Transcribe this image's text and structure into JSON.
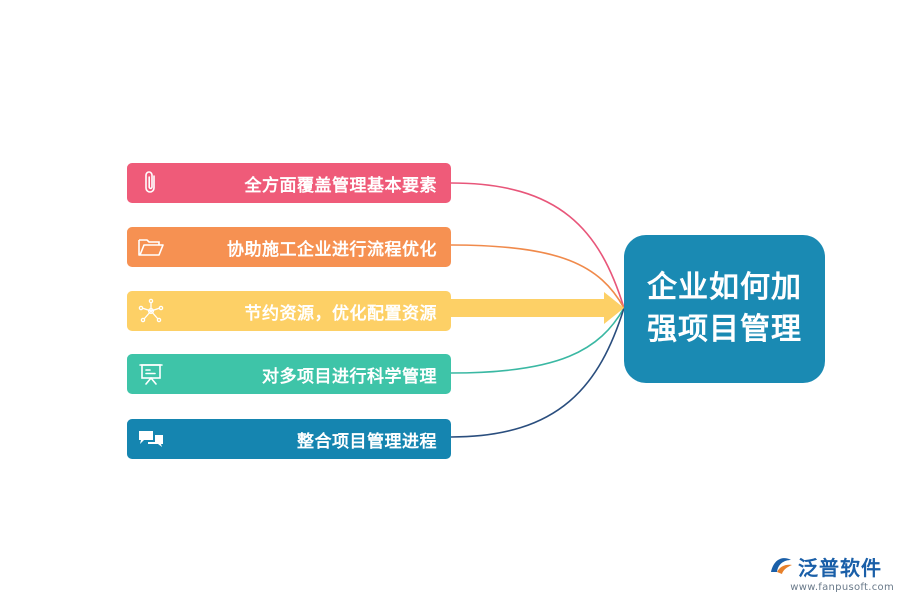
{
  "diagram": {
    "center": {
      "title_line1": "企业如何加",
      "title_line2": "强项目管理",
      "color": "#1a8ab3"
    },
    "items": [
      {
        "label": "全方面覆盖管理基本要素",
        "icon": "paperclip-icon",
        "color": "#ef5b79",
        "line_color": "#e8567a"
      },
      {
        "label": "协助施工企业进行流程优化",
        "icon": "folder-icon",
        "color": "#f69152",
        "line_color": "#f08a4b"
      },
      {
        "label": "节约资源，优化配置资源",
        "icon": "network-icon",
        "color": "#fdd066",
        "line_color": "#fdd066"
      },
      {
        "label": "对多项目进行科学管理",
        "icon": "presentation-icon",
        "color": "#3ec4a8",
        "line_color": "#3ab8a3"
      },
      {
        "label": "整合项目管理进程",
        "icon": "chat-icon",
        "color": "#1585b0",
        "line_color": "#2a4e7e"
      }
    ]
  },
  "brand": {
    "name": "泛普软件",
    "url": "www.fanpusoft.com"
  }
}
